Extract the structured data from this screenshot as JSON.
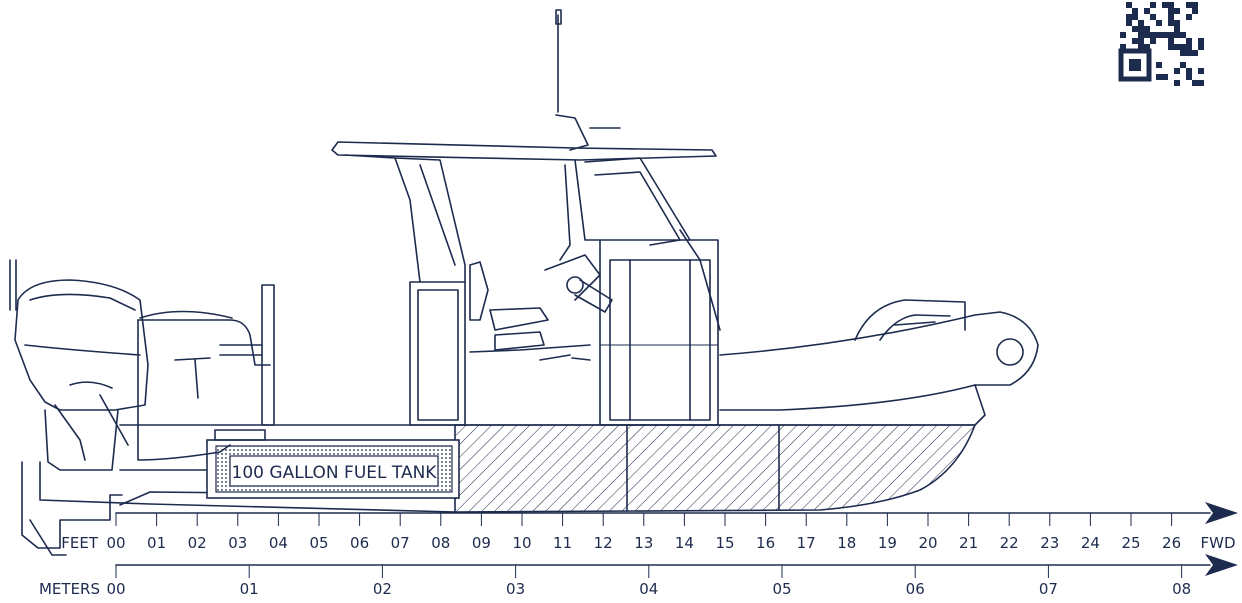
{
  "colors": {
    "line": "#1d2b4f",
    "background": "#ffffff"
  },
  "fuel_tank": {
    "label": "100 GALLON FUEL TANK"
  },
  "scales": {
    "feet": {
      "label": "FEET",
      "ticks": [
        "00",
        "01",
        "02",
        "03",
        "04",
        "05",
        "06",
        "07",
        "08",
        "09",
        "10",
        "11",
        "12",
        "13",
        "14",
        "15",
        "16",
        "17",
        "18",
        "19",
        "20",
        "21",
        "22",
        "23",
        "24",
        "25",
        "26"
      ],
      "end_label": "FWD"
    },
    "meters": {
      "label": "METERS",
      "ticks": [
        "00",
        "01",
        "02",
        "03",
        "04",
        "05",
        "06",
        "07",
        "08"
      ]
    }
  },
  "icons": {
    "corner": "qr-code-icon",
    "direction": "arrowhead-icon"
  }
}
